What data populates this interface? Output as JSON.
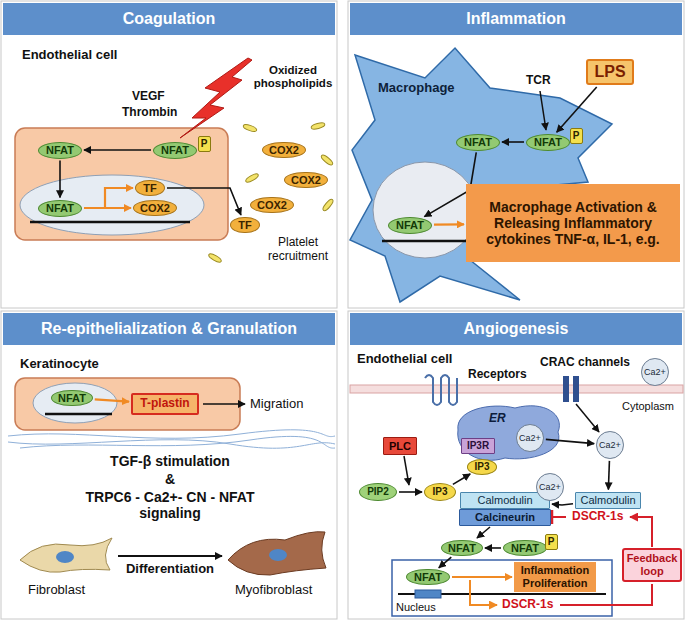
{
  "diagram": {
    "nodes": [
      {
        "text": [
          "Coagulation"
        ]
      },
      {
        "text": [
          "NFAT"
        ]
      },
      {
        "text": [
          "P"
        ]
      },
      {
        "text": [
          "NFAT"
        ]
      },
      {
        "text": [
          "NFAT"
        ]
      },
      {
        "text": [
          "TF"
        ]
      },
      {
        "text": [
          "COX2"
        ]
      },
      {
        "text": [
          "TF"
        ]
      },
      {
        "text": [
          "COX2"
        ]
      },
      {
        "text": [
          "COX2"
        ]
      },
      {
        "text": [
          "COX2"
        ]
      },
      {
        "text": [
          "Inflammation"
        ]
      },
      {
        "text": [
          "Macrophage"
        ]
      },
      {
        "text": [
          "LPS"
        ]
      },
      {
        "text": [
          "NFAT"
        ],
        "in": 12
      },
      {
        "text": [
          "P"
        ],
        "in": 12
      },
      {
        "text": [
          "NFAT"
        ],
        "in": 12
      },
      {
        "text": [
          "NFAT"
        ],
        "in": 12
      },
      {
        "text": [
          "Macrophage Activation & Releasing Inflammatory cytokines TNF-α, IL-1, e.g."
        ]
      },
      {
        "text": [
          "Re-epithelialization & Granulation"
        ]
      },
      {
        "text": [
          "NFAT"
        ]
      },
      {
        "text": [
          "T-plastin"
        ]
      },
      {
        "text": [
          "Angiogenesis"
        ]
      },
      {
        "text": [
          "Ca2+"
        ]
      },
      {
        "text": [
          "Ca2+"
        ]
      },
      {
        "text": [
          "Ca2+"
        ]
      },
      {
        "text": [
          "PLC"
        ]
      },
      {
        "text": [
          "IP3R"
        ]
      },
      {
        "text": [
          "IP3"
        ]
      },
      {
        "text": [
          "PIP2"
        ]
      },
      {
        "text": [
          "IP3"
        ]
      },
      {
        "text": [
          "Calmodulin"
        ]
      },
      {
        "text": [
          "Calmodulin"
        ]
      },
      {
        "text": [
          "Ca2+"
        ]
      },
      {
        "text": [
          "Calcineurin"
        ]
      },
      {
        "text": [
          "Feedback loop"
        ]
      },
      {
        "text": [
          "NFAT"
        ]
      },
      {
        "text": [
          "NFAT"
        ]
      },
      {
        "text": [
          "P"
        ]
      },
      {
        "text": [
          "NFAT"
        ]
      },
      {
        "text": [
          "Inflammation Proliferation"
        ]
      }
    ],
    "edges": [
      {
        "from": 1,
        "to": 3,
        "arrow": "to"
      },
      {
        "from": 3,
        "to": 4,
        "arrow": "to"
      },
      {
        "from": 4,
        "to": 5,
        "arrow": "to"
      },
      {
        "from": 4,
        "to": 6,
        "arrow": "to"
      },
      {
        "from": 5,
        "to": 7,
        "arrow": "to"
      },
      {
        "from": 13,
        "to": 14,
        "arrow": "to"
      },
      {
        "from": 14,
        "to": 16,
        "arrow": "to"
      },
      {
        "from": 16,
        "to": 17,
        "arrow": "to"
      },
      {
        "from": 17,
        "to": 18,
        "arrow": "to"
      },
      {
        "from": 20,
        "to": 21,
        "arrow": "to"
      },
      {
        "from": 29,
        "to": 30,
        "arrow": "to"
      },
      {
        "from": 30,
        "to": 28,
        "arrow": "to"
      },
      {
        "from": 24,
        "to": 25,
        "arrow": "to"
      },
      {
        "from": 25,
        "to": 31,
        "arrow": "to"
      },
      {
        "from": 31,
        "to": 32,
        "arrow": "to"
      },
      {
        "from": 37,
        "to": 36,
        "arrow": "to"
      },
      {
        "from": 36,
        "to": 39,
        "arrow": "to"
      },
      {
        "from": 39,
        "to": 40,
        "arrow": "to"
      }
    ],
    "labels": [
      "Endothelial cell",
      "VEGF",
      "Thrombin",
      "Oxidized phospholipids",
      "Platelet recruitment",
      "TCR",
      "Keratinocyte",
      "Migration",
      "TGF-β stimulation",
      "&",
      "TRPC6 - Ca2+- CN - NFAT signaling",
      "Fibroblast",
      "Differentiation",
      "Myofibroblast",
      "Endothelial cell",
      "Receptors",
      "CRAC channels",
      "Cytoplasm",
      "ER",
      "DSCR-1s",
      "DSCR-1s",
      "Nucleus"
    ]
  }
}
